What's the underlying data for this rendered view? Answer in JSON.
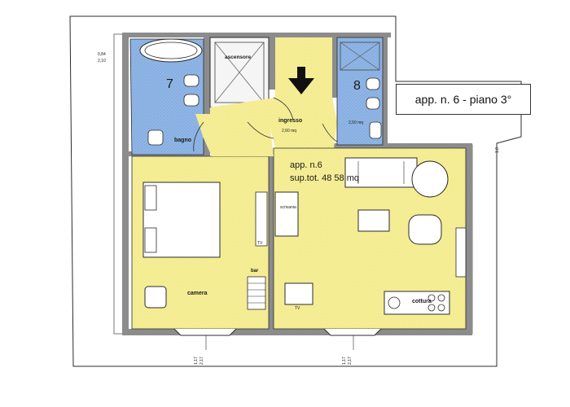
{
  "title_box": "app. n. 6 - piano 3°",
  "rooms": {
    "bath_7_number": "7",
    "bath_8_number": "8",
    "bagno": "bagno",
    "ascensore": "ascensore",
    "ingresso": "ingresso",
    "camera": "camera",
    "cottura": "cottura",
    "scrivania": "scrivania",
    "bar": "bar",
    "tv_bedroom": "TV",
    "tv_living": "TV"
  },
  "apartment": {
    "name": "app. n.6",
    "area": "sup.tot. 48 58 mq"
  },
  "dimensions": {
    "bath7_a": "0,84",
    "bath7_b": "2,10",
    "ingresso_h": "2,60 mq",
    "bath8_h": "2,50 mq",
    "win_left_a": "1,17",
    "win_left_b": "2,17",
    "win_right_a": "1,17",
    "win_right_b": "2,17",
    "right_edge": "1,8"
  },
  "colors": {
    "wall": "#8c8c8c",
    "living_fill": "#f6ef9a",
    "bath_fill": "#8fb6e6",
    "outline": "#2b2b2b"
  }
}
